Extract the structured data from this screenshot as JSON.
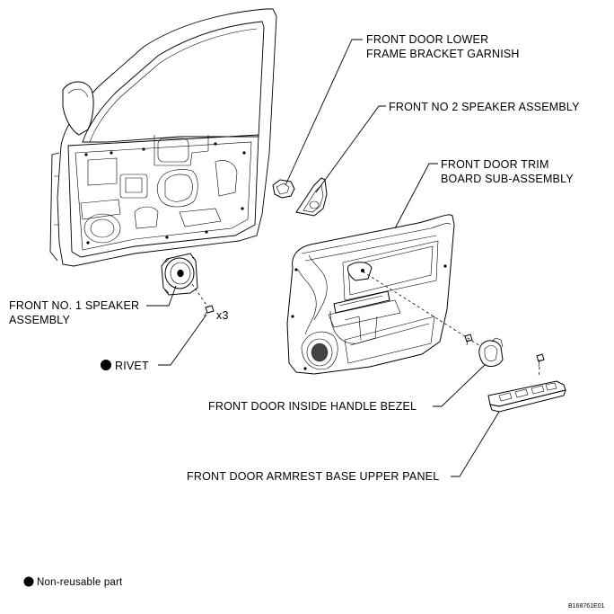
{
  "labels": {
    "lower_garnish_1": "FRONT DOOR LOWER",
    "lower_garnish_2": "FRAME BRACKET GARNISH",
    "no2_speaker": "FRONT NO  2 SPEAKER ASSEMBLY",
    "trim_board_1": "FRONT DOOR TRIM",
    "trim_board_2": "BOARD SUB-ASSEMBLY",
    "no1_speaker_1": "FRONT NO. 1 SPEAKER",
    "no1_speaker_2": "ASSEMBLY",
    "quantity": "x3",
    "rivet": "RIVET",
    "handle_bezel": "FRONT DOOR INSIDE HANDLE BEZEL",
    "armrest_panel": "FRONT DOOR ARMREST BASE UPPER PANEL"
  },
  "legend": {
    "text": "Non-reusable part"
  },
  "figure_code": "B168761E01"
}
